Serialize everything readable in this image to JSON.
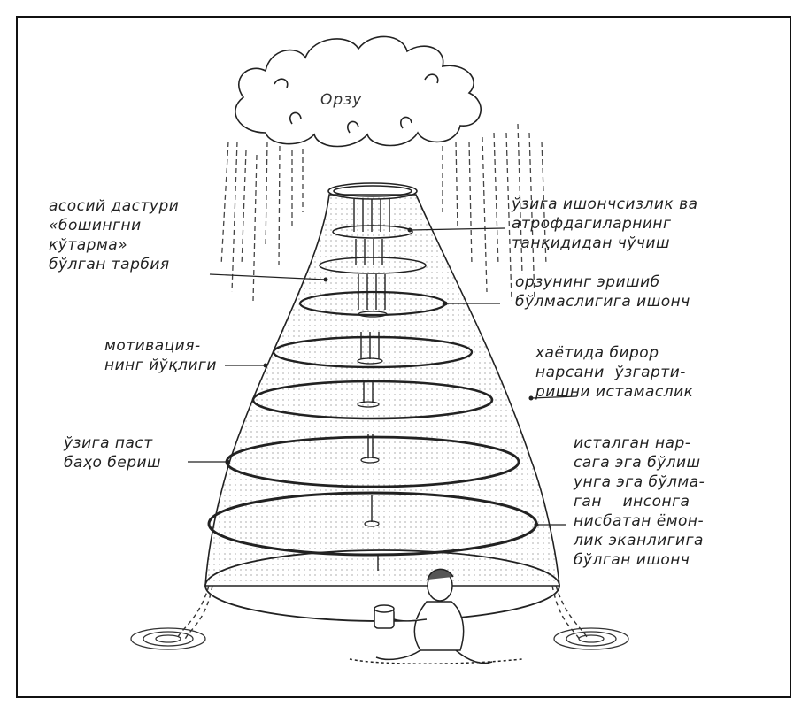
{
  "cloud_label": "Орзу",
  "labels": {
    "upbringing": "асосий дастури\n«бошингни\nкўтарма»\nбўлган тарбия",
    "self_doubt": "ўзига ишончсизлик ва\nатрофдагиларнинг\nтанқидидан чўчиш",
    "belief_unreachable": "орзунинг эришиб\nбўлмаслигига ишонч",
    "no_motivation": "мотивация-\nнинг йўқлиги",
    "no_change": "хаётида бирор\nнарсани  ўзгарти-\nришни истамаслик",
    "low_self_esteem": "ўзига паст\nбаҳо бериш",
    "belief_bad_to_have": "исталган нар-\nсага эга бўлиш\nунга эга бўлма-\nган    инсонга\nнисбатан ёмон-\nлик эканлигига\nбўлган ишонч"
  }
}
